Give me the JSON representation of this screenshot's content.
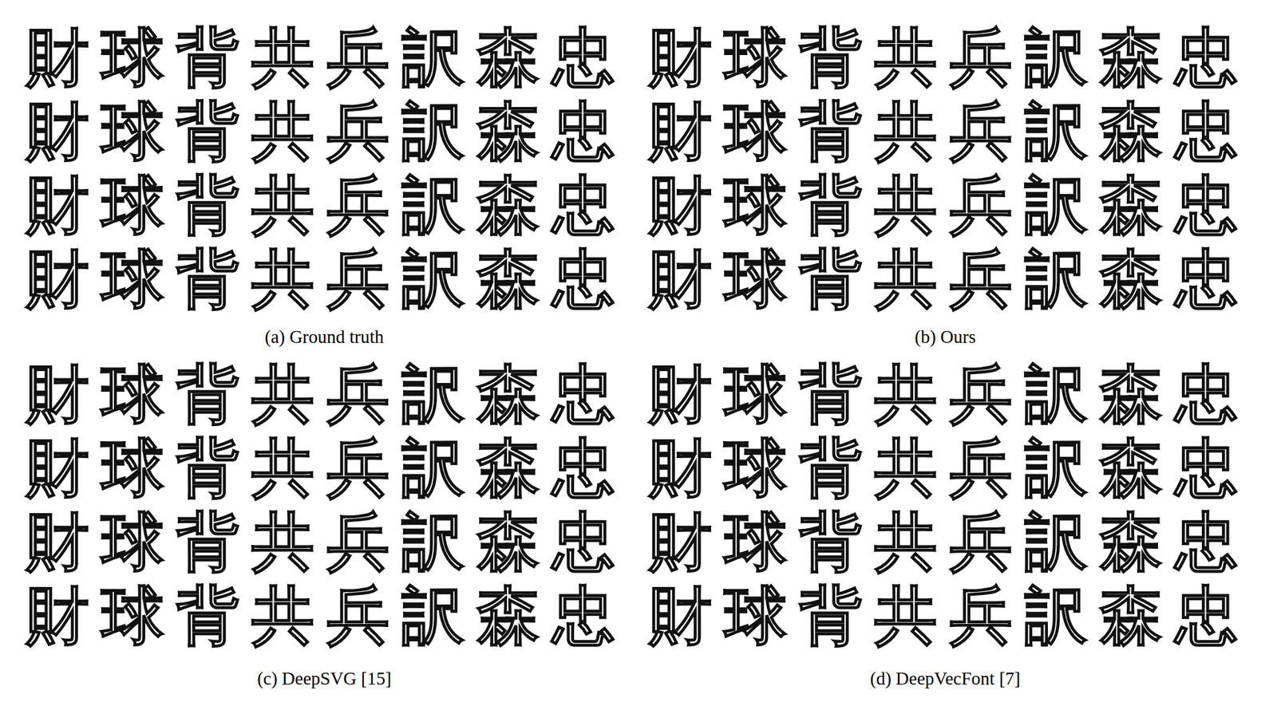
{
  "diagram": {
    "labels": [
      "財球背共兵訳森忠",
      "財球背共兵訳森忠",
      "財球背共兵訳森忠",
      "財球背共兵訳森忠",
      "財球背共兵訳森忠",
      "財球背共兵訳森忠",
      "財球背共兵訳森忠",
      "財球背共兵訳森忠",
      "(a) Ground truth",
      "(b) Ours",
      "財球背共兵訳森忠",
      "財球背共兵訳森忠",
      "財球背共兵訳森忠",
      "財球背共兵訳森忠",
      "財球背共兵訳森忠",
      "財球背共兵訳森忠",
      "財球背共兵訳森忠",
      "財球背共兵訳森忠",
      "(c) DeepSVG [15]",
      "(d) DeepVecFont [7]"
    ]
  }
}
